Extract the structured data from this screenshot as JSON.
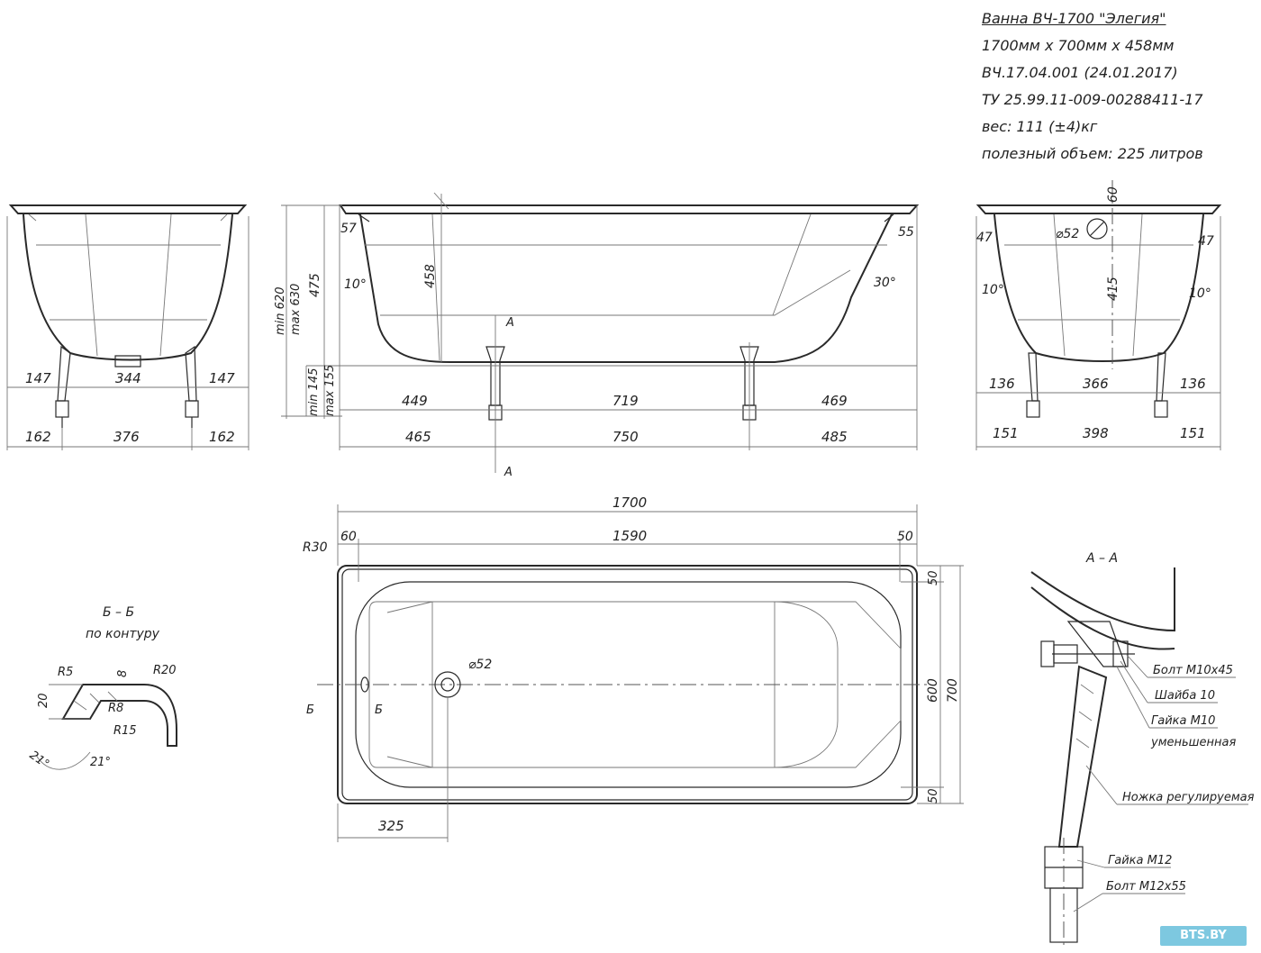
{
  "title_block": {
    "lines": [
      "Ванна ВЧ-1700 \"Элегия\"",
      "1700мм х 700мм х 458мм",
      "ВЧ.17.04.001 (24.01.2017)",
      "ТУ 25.99.11-009-00288411-17",
      "вес: 111 (±4)кг",
      "полезный объем: 225 литров"
    ]
  },
  "front_view": {
    "dims_top": [
      "147",
      "344",
      "147"
    ],
    "dims_bottom": [
      "162",
      "376",
      "162"
    ]
  },
  "side_view": {
    "dims_row1": [
      "449",
      "719",
      "469"
    ],
    "dims_row2": [
      "465",
      "750",
      "485"
    ],
    "labels": {
      "d57": "57",
      "d55": "55",
      "d458": "458",
      "a10": "10°",
      "a30": "30°",
      "d475": "475",
      "min620": "min 620",
      "max630": "max 630",
      "min145": "min 145",
      "max155": "max 155",
      "sectA": "А"
    }
  },
  "end_view": {
    "dims_top": [
      "136",
      "366",
      "136"
    ],
    "dims_bottom": [
      "151",
      "398",
      "151"
    ],
    "labels": {
      "d60": "60",
      "d52": "⌀52",
      "d47l": "47",
      "d47r": "47",
      "d415": "415",
      "a10l": "10°",
      "a10r": "10°"
    }
  },
  "plan_view": {
    "labels": {
      "d1700": "1700",
      "d60": "60",
      "d1590": "1590",
      "d50": "50",
      "r30": "R30",
      "d52": "⌀52",
      "d600": "600",
      "d700": "700",
      "d50a": "50",
      "d50b": "50",
      "d325": "325",
      "sectB": "Б"
    }
  },
  "section_bb": {
    "title": "Б – Б",
    "subtitle": "по контуру",
    "labels": {
      "r5": "R5",
      "r20": "R20",
      "r8": "R8",
      "r15": "R15",
      "d20": "20",
      "d8": "8",
      "a21a": "21°",
      "a21b": "21°"
    }
  },
  "section_aa": {
    "title": "А – А",
    "parts": [
      "Болт М10х45",
      "Шайба 10",
      "Гайка М10",
      "уменьшенная",
      "Ножка регулируемая",
      "Гайка М12",
      "Болт М12х55"
    ]
  },
  "watermark": "BTS.BY"
}
